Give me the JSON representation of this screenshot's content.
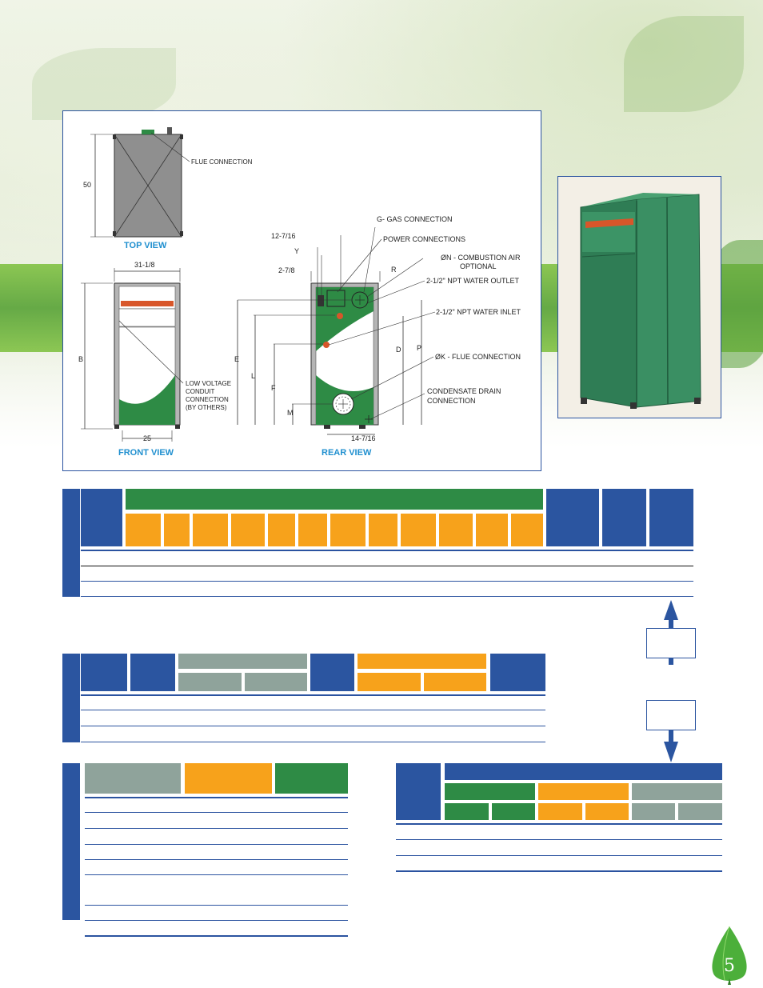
{
  "page": {
    "number": "5"
  },
  "diagram": {
    "top_view": {
      "title": "TOP VIEW",
      "dim_depth": "50",
      "flue_label": "FLUE CONNECTION"
    },
    "front_view": {
      "title": "FRONT VIEW",
      "dim_width_top": "31-1/8",
      "dim_width_bottom": "25",
      "dim_height": "B",
      "conduit_label_1": "LOW VOLTAGE",
      "conduit_label_2": "CONDUIT",
      "conduit_label_3": "CONNECTION",
      "conduit_label_4": "(BY OTHERS)"
    },
    "rear_view": {
      "title": "REAR VIEW",
      "dim_top_offset": "12-7/16",
      "dim_y": "Y",
      "dim_side_offset": "2-7/8",
      "dim_r": "R",
      "dim_e": "E",
      "dim_l": "L",
      "dim_f": "F",
      "dim_m": "M",
      "dim_d": "D",
      "dim_p": "P",
      "dim_bottom": "14-7/16",
      "gas_label": "G- GAS CONNECTION",
      "power_label": "POWER CONNECTIONS",
      "air_label_1": "ØN - COMBUSTION AIR",
      "air_label_2": "OPTIONAL",
      "outlet_label": "2-1/2\" NPT WATER OUTLET",
      "inlet_label": "2-1/2\" NPT WATER INLET",
      "flue_label": "ØK - FLUE CONNECTION",
      "drain_label_1": "CONDENSATE DRAIN",
      "drain_label_2": "CONNECTION"
    }
  },
  "colors": {
    "blue": "#2b55a0",
    "green": "#2e8b45",
    "orange": "#f7a21b",
    "gray": "#8fa39b"
  }
}
